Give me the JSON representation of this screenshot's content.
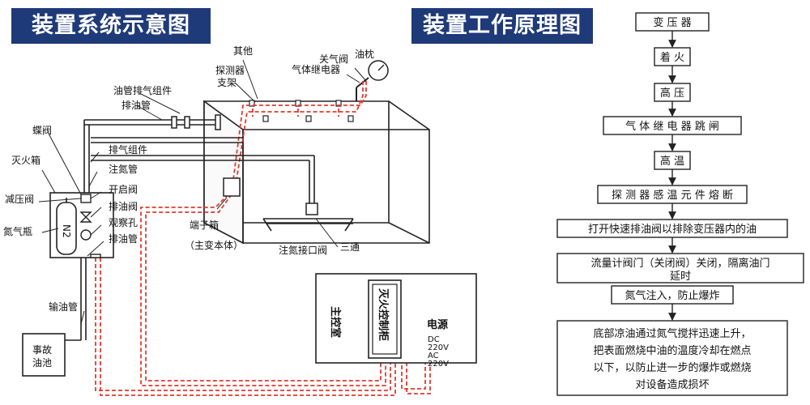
{
  "headers": {
    "system_title": "装置系统示意图",
    "principle_title": "装置工作原理图"
  },
  "system_labels": {
    "other": "其他",
    "shutoff_valve": "关气阀",
    "conservator": "油枕",
    "gas_relay": "气体继电器",
    "detector": "探测器",
    "bracket": "支架",
    "oil_pipe_vent": "油管排气组件",
    "drain_pipe": "排油管",
    "butterfly_valve": "蝶阀",
    "fire_box": "灭火箱",
    "vent_assembly": "排气组件",
    "nitrogen_pipe": "注氮管",
    "pressure_reducer": "减压阀",
    "open_valve": "开启阀",
    "drain_valve": "排油阀",
    "nitrogen_bottle": "氮气瓶",
    "n2": "N2",
    "sight_hole": "观察孔",
    "drain_pipe2": "排油管",
    "terminal_box": "端子箱",
    "main_transformer": "（主变本体）",
    "nitrogen_inlet_valve": "注氮接口阀",
    "tee": "三通",
    "oil_transfer_pipe": "输油管",
    "accident_pool_1": "事故",
    "accident_pool_2": "油池",
    "control_room": "主控室",
    "control_cabinet": "灭火控制柜",
    "power": "电源",
    "dc": "DC",
    "dc_v": "220V",
    "ac": "AC",
    "ac_v": "220V"
  },
  "flow_steps": [
    "变 压 器",
    "着 火",
    "高 压",
    "气 体 继 电 器 跳 闸",
    "高 温",
    "探 测 器 感 温 元 件 熔 断",
    "打开快速排油阀以排除变压器内的油",
    "流量计阀门（关闭阀）关闭，隔离油门",
    "延时",
    "氮气注入，防止爆炸",
    "底部凉油通过氮气搅拌迅速上升，",
    "把表面燃烧中油的温度冷却在燃点",
    "以下，以防止进一步的爆炸或燃烧",
    "对设备造成损坏"
  ],
  "colors": {
    "header_bg": "#1f3a78",
    "wire_red": "#e03a2f",
    "line": "#222222"
  }
}
